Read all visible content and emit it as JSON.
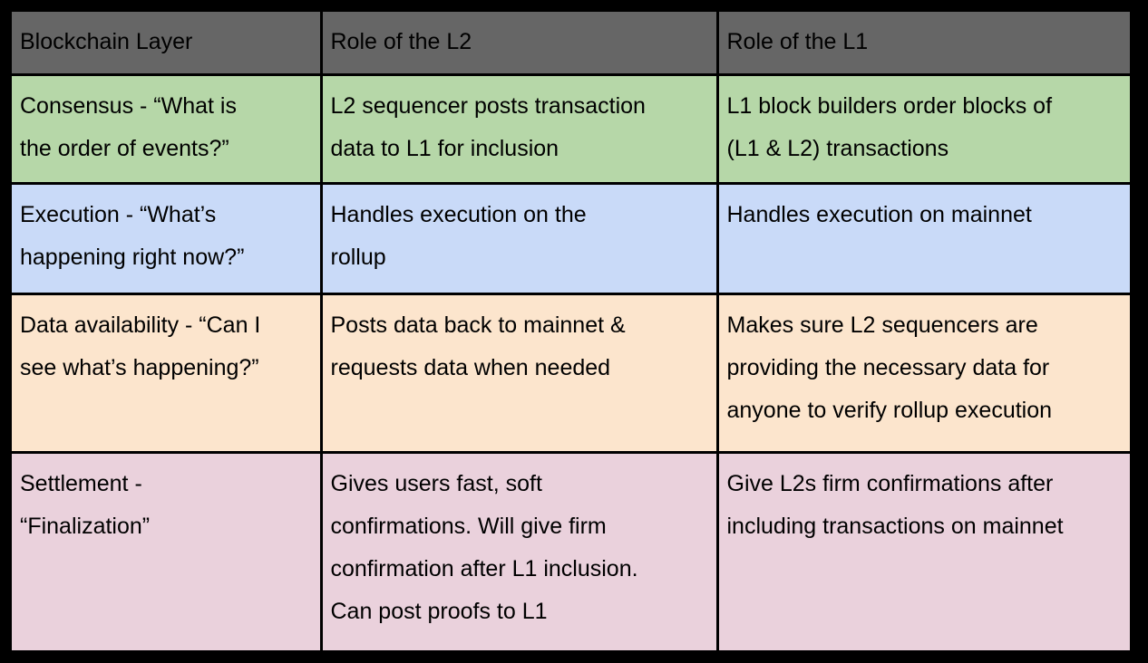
{
  "table": {
    "headers": [
      "Blockchain Layer",
      "Role of the L2",
      "Role of the L1"
    ],
    "rows": [
      {
        "layer": "Consensus - “What is\nthe order of events?”",
        "l2": "L2 sequencer posts transaction\ndata to L1 for inclusion",
        "l1": "L1 block builders order blocks of\n(L1 & L2) transactions",
        "bg_color": "#b6d7a8"
      },
      {
        "layer": "Execution - “What’s\nhappening right now?”",
        "l2": "Handles execution on the\nrollup",
        "l1": "Handles execution on mainnet",
        "bg_color": "#c9daf8"
      },
      {
        "layer": "Data availability - “Can I\nsee what’s happening?”",
        "l2": "Posts data back to mainnet &\nrequests data when needed",
        "l1": "Makes sure L2 sequencers are\nproviding the necessary data for\nanyone to verify rollup execution",
        "bg_color": "#fce5cd"
      },
      {
        "layer": "Settlement -\n“Finalization”",
        "l2": "Gives users fast, soft\nconfirmations. Will give firm\nconfirmation after L1 inclusion.\nCan post proofs to L1",
        "l1": "Give L2s firm confirmations after\nincluding transactions on mainnet",
        "bg_color": "#ead1dc"
      }
    ]
  },
  "colors": {
    "header_bg": "#666666",
    "header_text": "#ffffff",
    "border": "#000000",
    "body_text": "#000000",
    "row_consensus_bg": "#b6d7a8",
    "row_execution_bg": "#c9daf8",
    "row_data_availability_bg": "#fce5cd",
    "row_settlement_bg": "#ead1dc"
  }
}
